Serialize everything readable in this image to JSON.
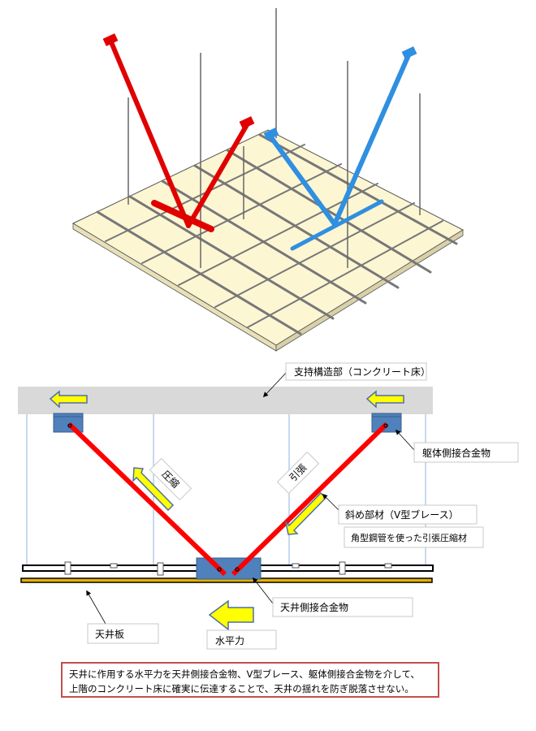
{
  "labels": {
    "support_structure": "支持構造部（コンクリート床）",
    "body_side_fitting": "躯体側接合金物",
    "diagonal_member": "斜め部材（V型ブレース）",
    "square_pipe": "角型鋼管を使った引張圧縮材",
    "ceiling_side_fitting": "天井側接合金物",
    "ceiling_board": "天井板",
    "horizontal_force": "水平力",
    "compression": "圧縮",
    "tension": "引張"
  },
  "note": {
    "line1": "天井に作用する水平力を天井側接合金物、V型ブレース、躯体側接合金物を介して、",
    "line2": "上階のコンクリート床に確実に伝達することで、天井の揺れを防ぎ脱落させない。"
  },
  "colors": {
    "brace_red": "#ff0000",
    "brace_blue": "#2f8fe0",
    "fitting": "#4f81bd",
    "arrow": "#ffff00",
    "panel": "#fdf6d3",
    "slab": "#d9d9d9",
    "note_border": "#c0504d"
  }
}
